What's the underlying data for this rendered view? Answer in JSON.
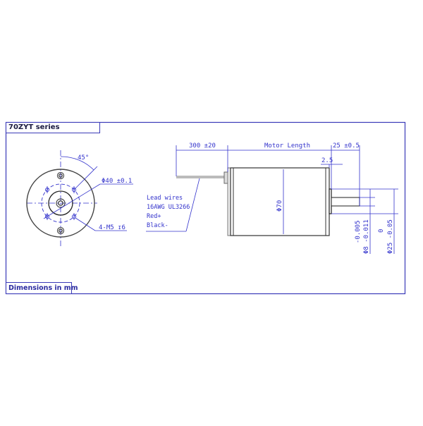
{
  "title": "70ZYT series",
  "footer": "Dimensions in mm",
  "colors": {
    "frame": "#3a3ab8",
    "dimension": "#3333cc",
    "outline": "#333333"
  },
  "front_view": {
    "angle_label": "45°",
    "bolt_circle_label": "Φ40 ±0.1",
    "screw_label": "4-M5 ↧6"
  },
  "side_view": {
    "lead_length_label": "300 ±20",
    "motor_length_label": "Motor Length",
    "shaft_length_label": "25 ±0.5",
    "pilot_label": "2.5",
    "body_diameter_label": "Φ70",
    "shaft_tol_upper": "-0.005",
    "shaft_label": "Φ8 -0.011",
    "pilot_tol_upper": "0",
    "pilot_diam_label": "Φ25 -0.05",
    "lead_wires": {
      "line1": "Lead wires",
      "line2": "16AWG UL3266",
      "line3": "Red+",
      "line4": "Black-"
    }
  }
}
